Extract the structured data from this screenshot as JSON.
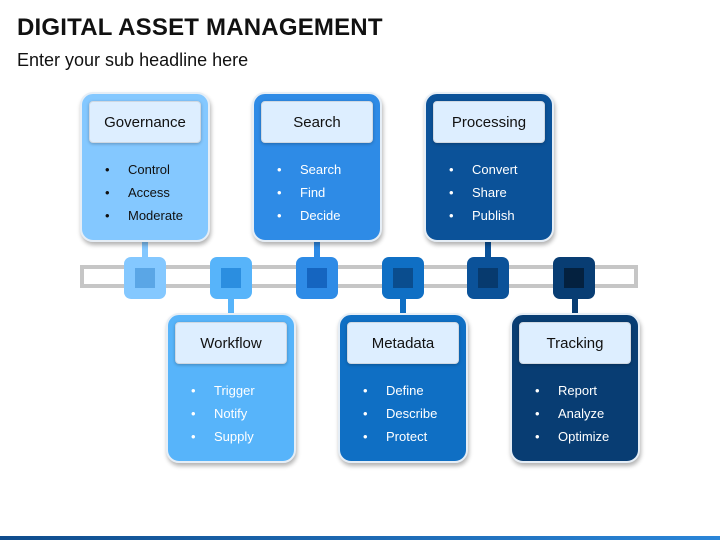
{
  "header": {
    "title": "DIGITAL ASSET MANAGEMENT",
    "subtitle": "Enter your sub headline here"
  },
  "colors": {
    "governance": "#84c8ff",
    "workflow": "#57b4fa",
    "search": "#2e8be6",
    "metadata": "#0f6fc4",
    "processing": "#0b5299",
    "tracking": "#083d73"
  },
  "top_cards": [
    {
      "title": "Governance",
      "items": [
        "Control",
        "Access",
        "Moderate"
      ]
    },
    {
      "title": "Search",
      "items": [
        "Search",
        "Find",
        "Decide"
      ]
    },
    {
      "title": "Processing",
      "items": [
        "Convert",
        "Share",
        "Publish"
      ]
    }
  ],
  "bottom_cards": [
    {
      "title": "Workflow",
      "items": [
        "Trigger",
        "Notify",
        "Supply"
      ]
    },
    {
      "title": "Metadata",
      "items": [
        "Define",
        "Describe",
        "Protect"
      ]
    },
    {
      "title": "Tracking",
      "items": [
        "Report",
        "Analyze",
        "Optimize"
      ]
    }
  ],
  "bullet": "•"
}
